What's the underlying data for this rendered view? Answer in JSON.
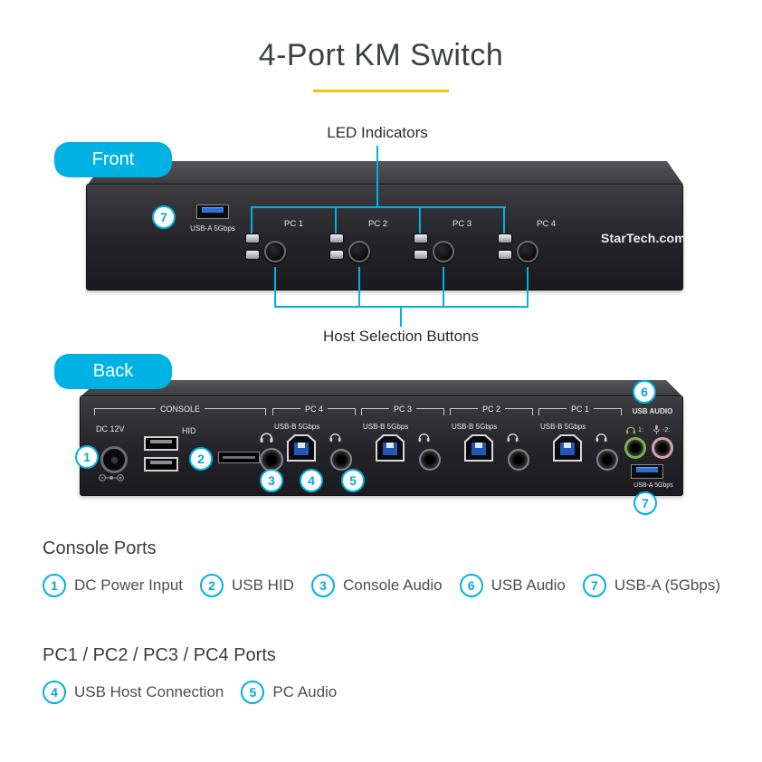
{
  "title": "4-Port KM Switch",
  "front": {
    "pill": "Front",
    "led_callout": "LED Indicators",
    "button_callout": "Host Selection Buttons",
    "usb_badge": "7",
    "usb_label": "USB-A 5Gbps",
    "pc_labels": [
      "PC 1",
      "PC 2",
      "PC 3",
      "PC 4"
    ],
    "logo": "StarTech.com"
  },
  "back": {
    "pill": "Back",
    "console_label": "CONSOLE",
    "dc_label": "DC 12V",
    "hid_label": "HID",
    "pc_sections": [
      "PC 4",
      "PC 3",
      "PC 2",
      "PC 1"
    ],
    "usb_b_label": "USB-B 5Gbps",
    "usb_audio_label": "USB AUDIO",
    "audio_out_label": "1:",
    "audio_in_label": "-2:",
    "usb_a_label": "USB-A 5Gbps",
    "badges": {
      "dc": "1",
      "hid": "2",
      "console_audio": "3",
      "usb_b": "4",
      "pc_audio": "5",
      "usb_audio": "6",
      "usb_a": "7"
    }
  },
  "legend": {
    "console_heading": "Console Ports",
    "console_items": [
      {
        "num": "1",
        "label": "DC Power Input"
      },
      {
        "num": "2",
        "label": "USB HID"
      },
      {
        "num": "3",
        "label": "Console Audio"
      },
      {
        "num": "6",
        "label": "USB Audio"
      },
      {
        "num": "7",
        "label": "USB-A (5Gbps)"
      }
    ],
    "pc_heading": "PC1 / PC2 / PC3 / PC4 Ports",
    "pc_items": [
      {
        "num": "4",
        "label": "USB Host Connection"
      },
      {
        "num": "5",
        "label": "PC Audio"
      }
    ]
  },
  "colors": {
    "accent": "#00b2e3",
    "rule": "#f5c400"
  }
}
